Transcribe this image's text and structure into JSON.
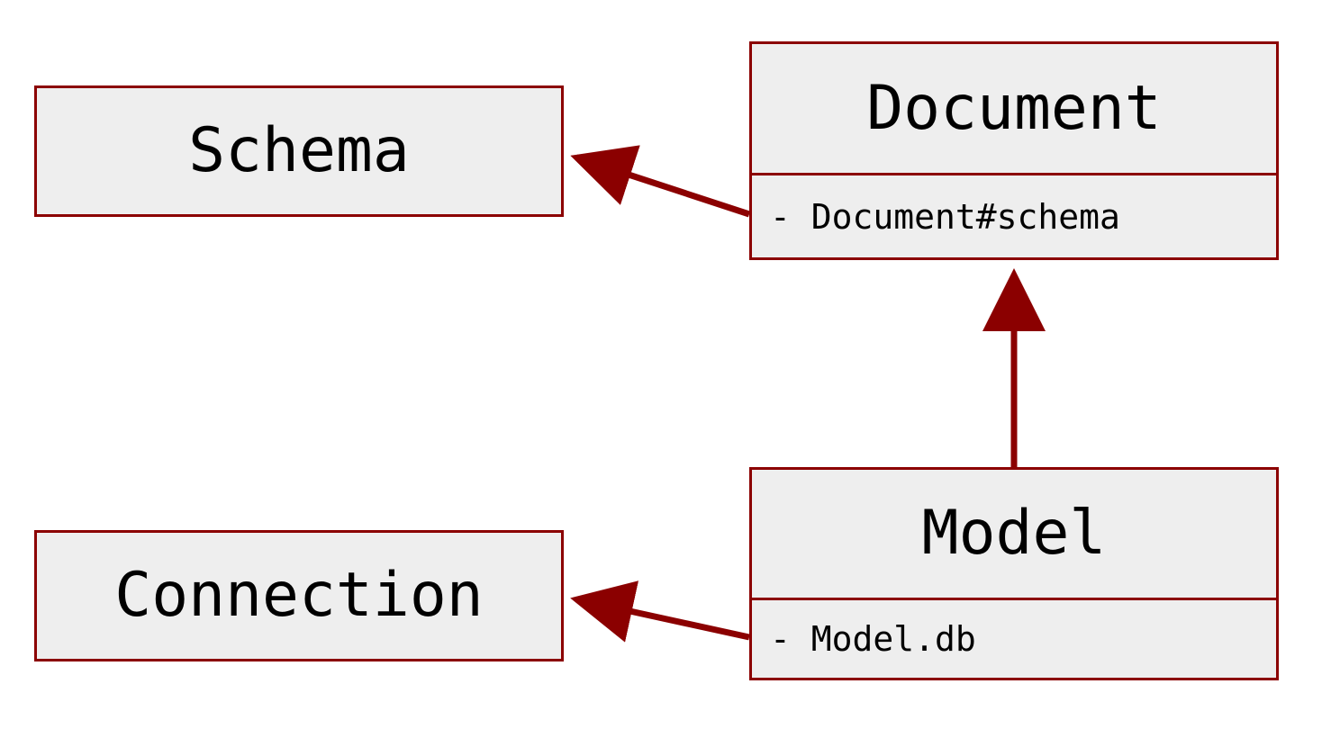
{
  "diagram": {
    "accent_color": "#8b0000",
    "box_fill": "#eeeeee",
    "nodes": {
      "schema": {
        "title": "Schema"
      },
      "connection": {
        "title": "Connection"
      },
      "document": {
        "title": "Document",
        "attribute": "- Document#schema"
      },
      "model": {
        "title": "Model",
        "attribute": "- Model.db"
      }
    },
    "edges": [
      {
        "from": "document",
        "to": "schema",
        "via": "Document#schema"
      },
      {
        "from": "model",
        "to": "document",
        "via": "inheritance"
      },
      {
        "from": "model",
        "to": "connection",
        "via": "Model.db"
      }
    ]
  }
}
